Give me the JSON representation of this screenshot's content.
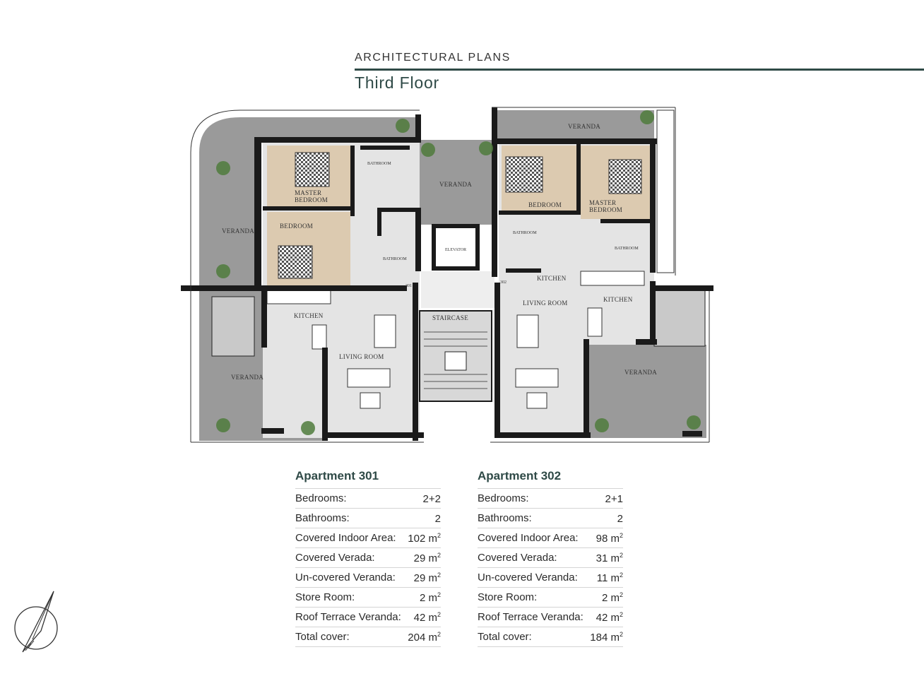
{
  "header": {
    "kicker": "ARCHITECTURAL PLANS",
    "title": "Third Floor"
  },
  "plan": {
    "labels": {
      "veranda_left": "VERANDA",
      "veranda_bottom_left": "VERANDA",
      "veranda_top_center": "VERANDA",
      "veranda_top_right": "VERANDA",
      "veranda_bottom_right": "VERANDA",
      "master_bedroom_301_a": "MASTER",
      "master_bedroom_301_b": "BEDROOM",
      "bedroom_301": "BEDROOM",
      "kitchen_301": "KITCHEN",
      "living_room_301": "LIVING ROOM",
      "bathroom_301_top": "BATHROOM",
      "bathroom_301_mid": "BATHROOM",
      "elevator": "ELEVATOR",
      "staircase": "STAIRCASE",
      "unit_301": "301",
      "unit_302": "302",
      "bedroom_302": "BEDROOM",
      "master_bedroom_302_a": "MASTER",
      "master_bedroom_302_b": "BEDROOM",
      "bathroom_302_a": "BATHROOM",
      "bathroom_302_b": "BATHROOM",
      "kitchen_302_center": "KITCHEN",
      "kitchen_302": "KITCHEN",
      "living_room_302": "LIVING ROOM"
    }
  },
  "apartments": [
    {
      "title": "Apartment 301",
      "rows": [
        {
          "label": "Bedrooms:",
          "value": "2+2",
          "unit": ""
        },
        {
          "label": "Bathrooms:",
          "value": "2",
          "unit": ""
        },
        {
          "label": "Covered Indoor Area:",
          "value": "102 m",
          "unit": "2"
        },
        {
          "label": "Covered Verada:",
          "value": "29 m",
          "unit": "2"
        },
        {
          "label": "Un-covered Veranda:",
          "value": "29 m",
          "unit": "2"
        },
        {
          "label": "Store Room:",
          "value": "2 m",
          "unit": "2"
        },
        {
          "label": "Roof Terrace Veranda:",
          "value": "42 m",
          "unit": "2"
        },
        {
          "label": "Total cover:",
          "value": "204 m",
          "unit": "2"
        }
      ]
    },
    {
      "title": "Apartment 302",
      "rows": [
        {
          "label": "Bedrooms:",
          "value": "2+1",
          "unit": ""
        },
        {
          "label": "Bathrooms:",
          "value": "2",
          "unit": ""
        },
        {
          "label": "Covered Indoor Area:",
          "value": "98 m",
          "unit": "2"
        },
        {
          "label": "Covered Verada:",
          "value": "31 m",
          "unit": "2"
        },
        {
          "label": "Un-covered Veranda:",
          "value": "11 m",
          "unit": "2"
        },
        {
          "label": "Store Room:",
          "value": "2 m",
          "unit": "2"
        },
        {
          "label": "Roof Terrace Veranda:",
          "value": "42 m",
          "unit": "2"
        },
        {
          "label": "Total cover:",
          "value": "184 m",
          "unit": "2"
        }
      ]
    }
  ],
  "colors": {
    "accent": "#2f4a47",
    "wall": "#1a1a1a",
    "veranda": "#9a9a9a",
    "floor": "#e4e4e4",
    "bedroom": "#dccab0"
  }
}
